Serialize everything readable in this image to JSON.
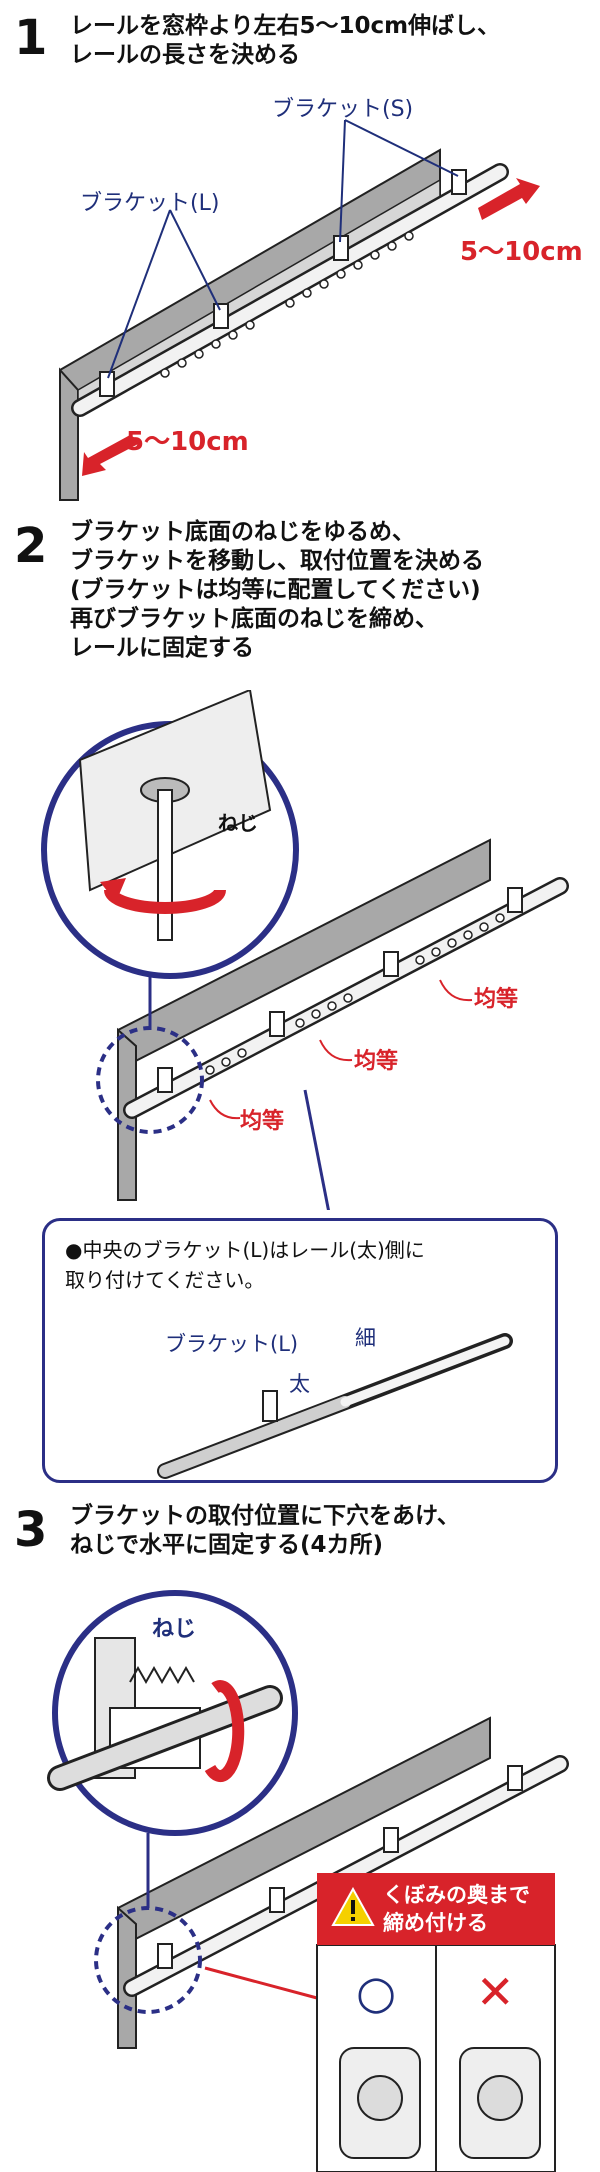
{
  "step1": {
    "number": "1",
    "text": [
      "レールを窓枠より左右5〜10cm伸ばし、",
      "レールの長さを決める"
    ],
    "bracket_s": "ブラケット(S)",
    "bracket_l": "ブラケット(L)",
    "extend_right": "5〜10cm",
    "extend_left": "5〜10cm"
  },
  "step2": {
    "number": "2",
    "text": [
      "ブラケット底面のねじをゆるめ、",
      "ブラケットを移動し、取付位置を決める",
      "(ブラケットは均等に配置してください)",
      "再びブラケット底面のねじを締め、",
      "レールに固定する"
    ],
    "screw_label": "ねじ",
    "equal_labels": [
      "均等",
      "均等",
      "均等"
    ],
    "note": [
      "●中央のブラケット(L)はレール(太)側に",
      "取り付けてください。"
    ],
    "note_bracket": "ブラケット(L)",
    "note_thick": "太",
    "note_thin": "細"
  },
  "step3": {
    "number": "3",
    "text": [
      "ブラケットの取付位置に下穴をあけ、",
      "ねじで水平に固定する(4カ所)"
    ],
    "screw_label": "ねじ",
    "warning": [
      "くぼみの奥まで",
      "締め付ける"
    ],
    "ok_mark": "○",
    "ng_mark": "✕"
  },
  "colors": {
    "navy": "#1f2f7a",
    "red": "#d8232a",
    "wall": "#9a9a9a"
  }
}
